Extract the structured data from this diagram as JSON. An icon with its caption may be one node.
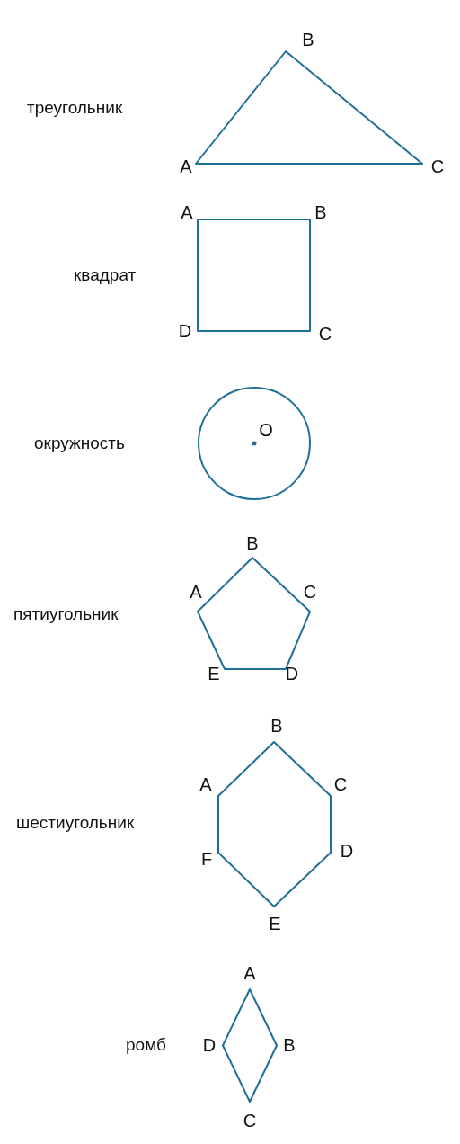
{
  "diagram": {
    "nodes": [
      {
        "text": [],
        "shape": "triangle",
        "beside": [
          "B",
          "A",
          "C"
        ]
      },
      {
        "text": [],
        "shape": "square",
        "beside": [
          "A",
          "B",
          "D",
          "C"
        ]
      },
      {
        "text": [
          "O"
        ]
      },
      {
        "text": [],
        "shape": "pentagon",
        "beside": [
          "B",
          "A",
          "C",
          "E",
          "D"
        ]
      },
      {
        "text": [],
        "shape": "hexagon",
        "beside": [
          "B",
          "A",
          "C",
          "D",
          "F",
          "E"
        ]
      },
      {
        "text": [],
        "shape": "rhombus",
        "beside": [
          "A",
          "D",
          "B",
          "C"
        ]
      }
    ],
    "labels": [
      "треугольник",
      "квадрат",
      "окружность",
      "пятиугольник",
      "шестиугольник",
      "ромб"
    ]
  }
}
